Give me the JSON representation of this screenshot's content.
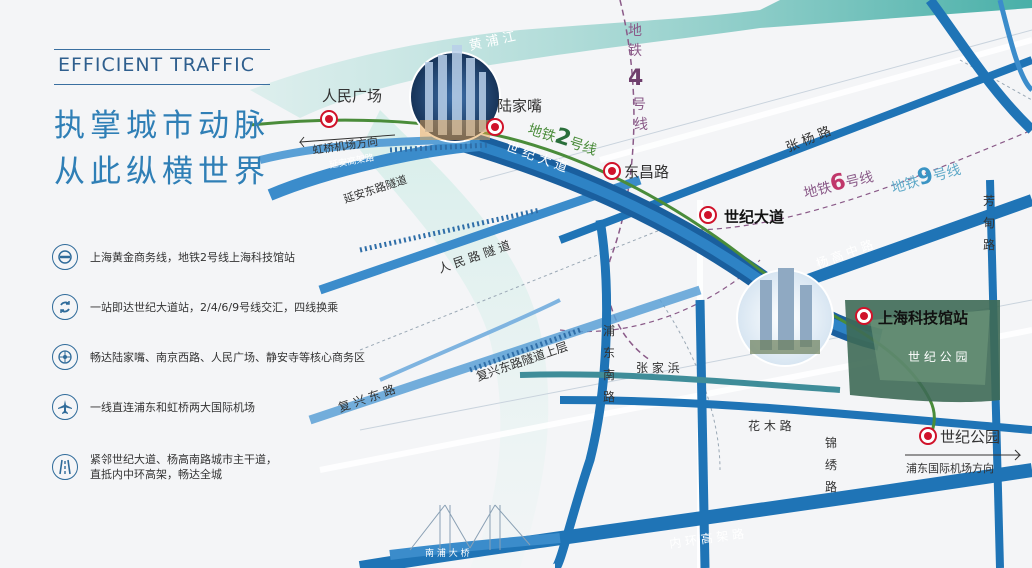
{
  "header": {
    "title": "EFFICIENT TRAFFIC",
    "slogan_line1": "执掌城市动脉",
    "slogan_line2": "从此纵横世界"
  },
  "features": [
    {
      "icon": "metro-icon",
      "text": "上海黄金商务线，地铁2号线上海科技馆站"
    },
    {
      "icon": "transfer-icon",
      "text": "一站即达世纪大道站，2/4/6/9号线交汇，四线换乘"
    },
    {
      "icon": "business-icon",
      "text": "畅达陆家嘴、南京西路、人民广场、静安寺等核心商务区"
    },
    {
      "icon": "airplane-icon",
      "text": "一线直连浦东和虹桥两大国际机场"
    },
    {
      "icon": "road-icon",
      "text": "紧邻世纪大道、杨高南路城市主干道，",
      "text2": "直抵内中环高架，畅达全城"
    }
  ],
  "map": {
    "river": "黄 浦 江",
    "metro_lines": {
      "line4": "地铁4号线",
      "line2": "地铁2号线",
      "line6": "地铁6号线",
      "line9": "地铁9号线"
    },
    "metro_line_parts": {
      "l2_prefix": "地铁",
      "l2_num": "2",
      "l2_suffix": "号线",
      "l4_a": "地",
      "l4_b": "铁",
      "l4_num": "4",
      "l4_c": "号",
      "l4_d": "线",
      "l6_prefix": "地铁",
      "l6_num": "6",
      "l6_suffix": "号线",
      "l9_prefix": "地铁",
      "l9_num": "9",
      "l9_suffix": "号线"
    },
    "stations": [
      "人民广场",
      "陆家嘴",
      "东昌路",
      "世纪大道",
      "上海科技馆站",
      "世纪公园"
    ],
    "roads": {
      "yanan_viaduct": "延安高架路",
      "hongqiao_dir": "虹桥机场方向",
      "yanan_tunnel": "延安东路隧道",
      "shiji_avenue": "世 纪 大 道",
      "zhangyang": "张 杨 路",
      "renmin_tunnel": "人 民 路 隧 道",
      "fuxing_road": "复 兴 东 路",
      "fuxing_tunnel": "复兴东路隧道上层",
      "pudong_south": "浦 东 南 路",
      "zhangjiabang": "张 家 浜",
      "huamu": "花 木 路",
      "jinxiu": "锦 绣 路",
      "fangdian": "芳 甸 路",
      "yanggao": "杨 高 中 路",
      "inner_ring": "内 环 高 架 路",
      "nanpu_bridge": "南 浦 大 桥",
      "pudong_airport_dir": "浦东国际机场方向",
      "century_park": "世 纪 公 园"
    }
  },
  "colors": {
    "accent": "#2f7fb6",
    "road_blue": "#1f74b6",
    "metro_red": "#d0122a",
    "metro_green": "#4a8c3a",
    "teal": "#5fb3a8",
    "park": "#4f7a5e",
    "purple_line": "#8a5a88"
  }
}
